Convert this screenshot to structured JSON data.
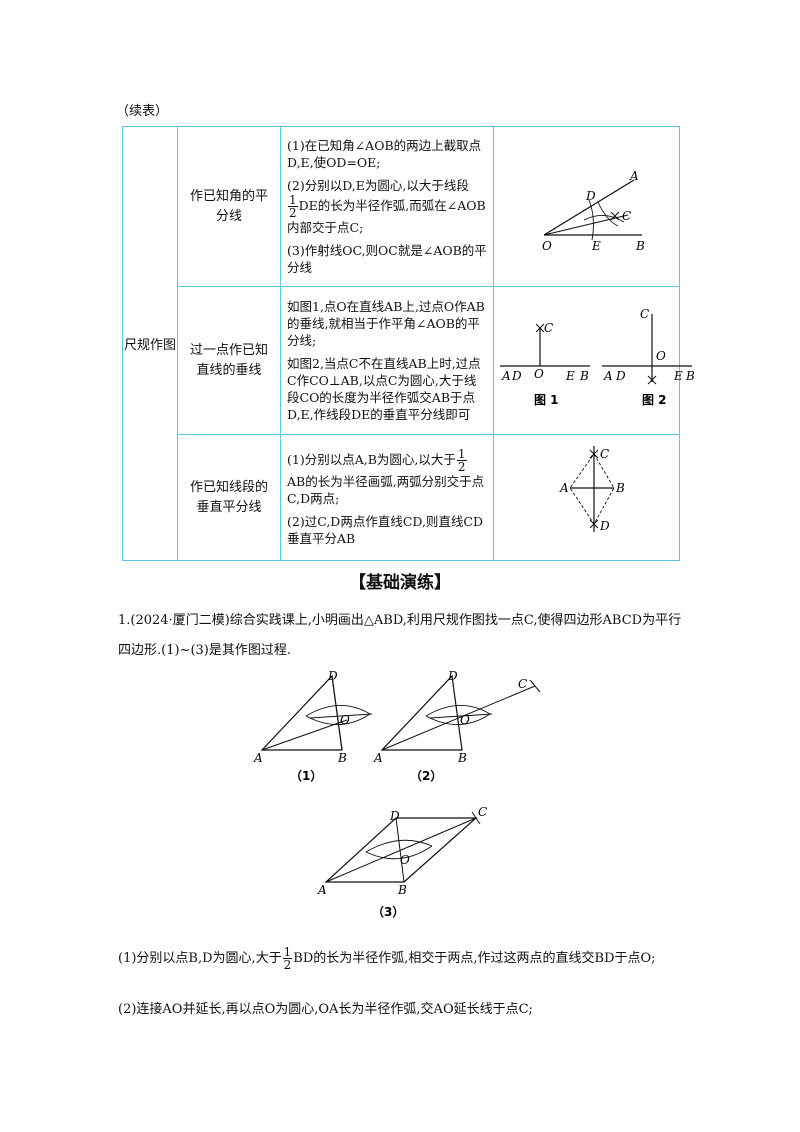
{
  "continued_label": "（续表）",
  "table": {
    "category": "尺规作图",
    "rows": [
      {
        "method": "作已知角的平分线",
        "steps": [
          "(1)在已知角∠AOB的两边上截取点D,E,使OD=OE;",
          [
            "(2)分别以D,E为圆心,以大于线段",
            "DE的长为半径作弧,而弧在∠AOB内部交于点C;"
          ],
          "(3)作射线OC,则OC就是∠AOB的平分线"
        ]
      },
      {
        "method": "过一点作已知直线的垂线",
        "steps": [
          "如图1,点O在直线AB上,过点O作AB的垂线,就相当于作平角∠AOB的平分线;",
          "如图2,当点C不在直线AB上时,过点C作CO⊥AB,以点C为圆心,大于线段CO的长度为半径作弧交AB于点D,E,作线段DE的垂直平分线即可"
        ],
        "fig_captions": [
          "图 1",
          "图 2"
        ]
      },
      {
        "method": "作已知线段的垂直平分线",
        "steps": [
          [
            "(1)分别以点A,B为圆心,以大于",
            "AB的长为半径画弧,两弧分别交于点C,D两点;"
          ],
          "(2)过C,D两点作直线CD,则直线CD垂直平分AB"
        ]
      }
    ],
    "fraction": {
      "num": "1",
      "den": "2"
    }
  },
  "heading": "【基础演练】",
  "question": {
    "text": "1.(2024·厦门二模)综合实践课上,小明画出△ABD,利用尺规作图找一点C,使得四边形ABCD为平行四边形.(1)~(3)是其作图过程.",
    "fig_captions": [
      "（1）",
      "（2）",
      "（3）"
    ],
    "step1": [
      "(1)分别以点B,D为圆心,大于",
      "BD的长为半径作弧,相交于两点,作过这两点的直线交BD于点O;"
    ],
    "step2": "(2)连接AO并延长,再以点O为圆心,OA长为半径作弧,交AO延长线于点C;"
  }
}
